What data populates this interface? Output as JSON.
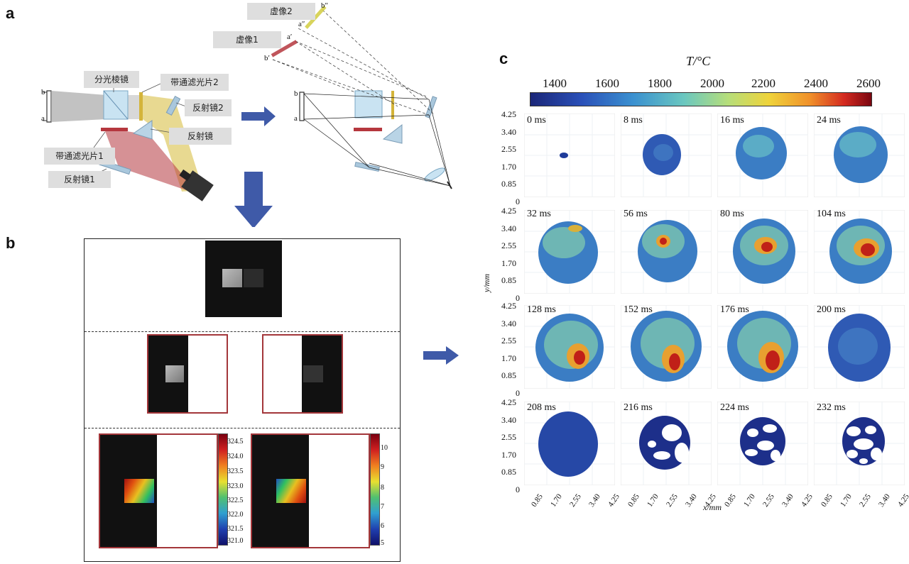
{
  "panels": {
    "a": "a",
    "b": "b",
    "c": "c"
  },
  "panel_a": {
    "labels": {
      "beam_splitter": "分光棱镜",
      "bandpass_filter_2": "带通滤光片2",
      "mirror_2": "反射镜2",
      "mirror": "反射镜",
      "bandpass_filter_1": "带通滤光片1",
      "mirror_1": "反射镜1",
      "virtual_image_1": "虚像1",
      "virtual_image_2": "虚像2"
    },
    "points": {
      "a": "a",
      "b": "b",
      "a_prime": "a′",
      "b_prime": "b′",
      "a_dprime": "a″",
      "b_dprime": "b″"
    }
  },
  "panel_b": {
    "colorbar_left_ticks": [
      "324.5",
      "324.0",
      "323.5",
      "323.0",
      "322.5",
      "322.0",
      "321.5",
      "321.0"
    ],
    "colorbar_right_ticks": [
      "10",
      "9",
      "8",
      "7",
      "6",
      "5"
    ]
  },
  "panel_c": {
    "colorbar_title": "T/°C",
    "colorbar_ticks": [
      "1400",
      "1600",
      "1800",
      "2000",
      "2200",
      "2400",
      "2600"
    ],
    "ylabel": "y/mm",
    "xlabel": "x/mm",
    "y_ticks": [
      "4.25",
      "3.40",
      "2.55",
      "1.70",
      "0.85",
      "0"
    ],
    "x_ticks": [
      "0.85",
      "1.70",
      "2.55",
      "3.40",
      "4.25"
    ],
    "frames": [
      "0 ms",
      "8 ms",
      "16 ms",
      "24 ms",
      "32 ms",
      "56 ms",
      "80 ms",
      "104 ms",
      "128 ms",
      "152 ms",
      "176 ms",
      "200 ms",
      "208 ms",
      "216 ms",
      "224 ms",
      "232 ms"
    ]
  },
  "colors": {
    "arrow": "#3f5aa8",
    "frame_red": "#a3363a",
    "beam_gray": "#a8a8a8",
    "beam_red": "#b5373e",
    "beam_yellow": "#d4b43a"
  }
}
